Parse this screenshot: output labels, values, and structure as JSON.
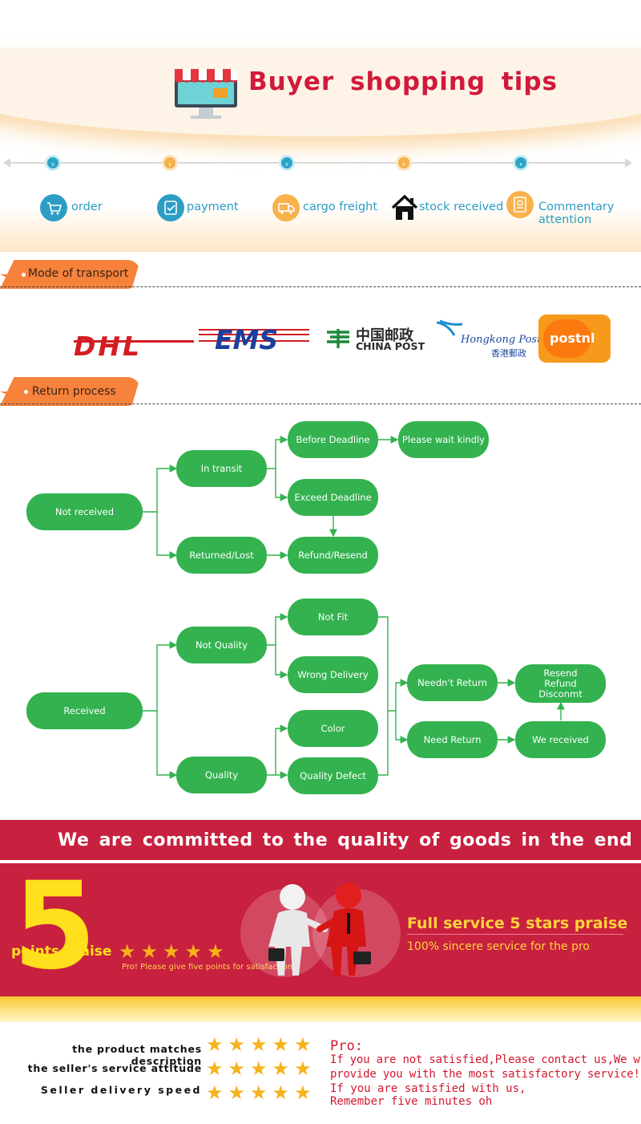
{
  "header": {
    "title": "Buyer shopping tips",
    "steps": [
      {
        "label": "order",
        "icon": "cart-icon"
      },
      {
        "label": "payment",
        "icon": "check-card-icon"
      },
      {
        "label": "cargo freight",
        "icon": "truck-icon"
      },
      {
        "label": "stock received",
        "icon": "house-icon"
      },
      {
        "label": "Commentary",
        "label2": "attention",
        "icon": "comment-icon"
      }
    ]
  },
  "transport": {
    "tab": "Mode of transport",
    "dhl": "DHL",
    "ems": "EMS",
    "china_post_cn": "中国邮政",
    "china_post_en": "CHINA POST",
    "hk_en": "Hongkong Post",
    "hk_cn": "香港郵政",
    "postnl": "postnl"
  },
  "returns": {
    "tab": "Return process",
    "nodes": {
      "not_received": "Not received",
      "in_transit": "In transit",
      "returned_lost": "Returned/Lost",
      "before_deadline": "Before Deadline",
      "exceed_deadline": "Exceed Deadline",
      "please_wait": "Please wait kindly",
      "refund_resend": "Refund/Resend",
      "received": "Received",
      "not_quality": "Not Quality",
      "quality": "Quality",
      "not_fit": "Not Fit",
      "wrong_delivery": "Wrong Delivery",
      "color": "Color",
      "quality_defect": "Quality Defect",
      "neednt_return": "Needn't Return",
      "need_return": "Need Return",
      "resend_1": "Resend",
      "resend_2": "Refund",
      "resend_3": "Disconmt",
      "we_received": "We received"
    }
  },
  "banner": {
    "committed": "We are committed to the quality of goods in the end",
    "five": "5",
    "points_praise": "points praise",
    "pro_note": "Pro! Please give five points for satisfaction",
    "full_service": "Full service 5 stars praise",
    "sincere": "100% sincere service for the pro",
    "stars": 5
  },
  "ratings": {
    "rows": [
      {
        "label": "the product matches description",
        "stars": 5
      },
      {
        "label": "the seller's service attitude",
        "stars": 5
      },
      {
        "label": "Seller delivery speed",
        "stars": 5
      }
    ],
    "pro": "Pro:",
    "line1": "If you are not satisfied,Please contact us,We will",
    "line2": "provide you with the most satisfactory service!",
    "line3": "If you are satisfied with us,",
    "line4": "Remember five minutes oh"
  },
  "colors": {
    "accent_red": "#c8203f",
    "flow_green": "#33b24f",
    "tab_orange": "#f6823c",
    "title_red": "#d1193b"
  }
}
